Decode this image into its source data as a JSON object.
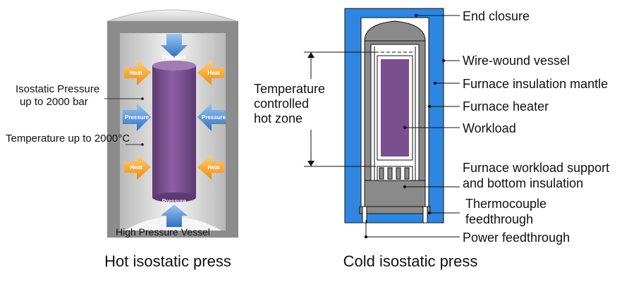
{
  "hip": {
    "title": "Hot isostatic press",
    "vessel_label": "High Pressure Vessel",
    "pressure_note": "Isostatic Pressure up to 2000 bar",
    "pressure_note_line1": "Isostatic Pressure",
    "pressure_note_line2": "up to 2000 bar",
    "temperature_note": "Temperature up to 2000°C",
    "arrow_pressure": "Pressure",
    "arrow_heat": "Heat",
    "colors": {
      "vessel": "#8c8c8c",
      "chamber": "#dcdcdc",
      "workpiece": "#7b4f8f",
      "pressure_arrow": "#2e6db4",
      "heat_arrow": "#f39a1e"
    }
  },
  "cip": {
    "title": "Cold isostatic press",
    "temp_zone_line1": "Temperature",
    "temp_zone_line2": "controlled",
    "temp_zone_line3": "hot zone",
    "labels": {
      "end_closure": "End closure",
      "wire_wound_vessel": "Wire-wound vessel",
      "furnace_insulation_mantle": "Furnace insulation mantle",
      "furnace_heater": "Furnace heater",
      "workload": "Workload",
      "support_line1": "Furnace workload support",
      "support_line2": "and bottom insulation",
      "thermo_line1": "Thermocouple",
      "thermo_line2": "feedthrough",
      "power_feedthrough": "Power feedthrough"
    },
    "colors": {
      "vessel": "#2f86e0",
      "insulation": "#8a8a8a",
      "workload": "#7b4f8f"
    }
  }
}
